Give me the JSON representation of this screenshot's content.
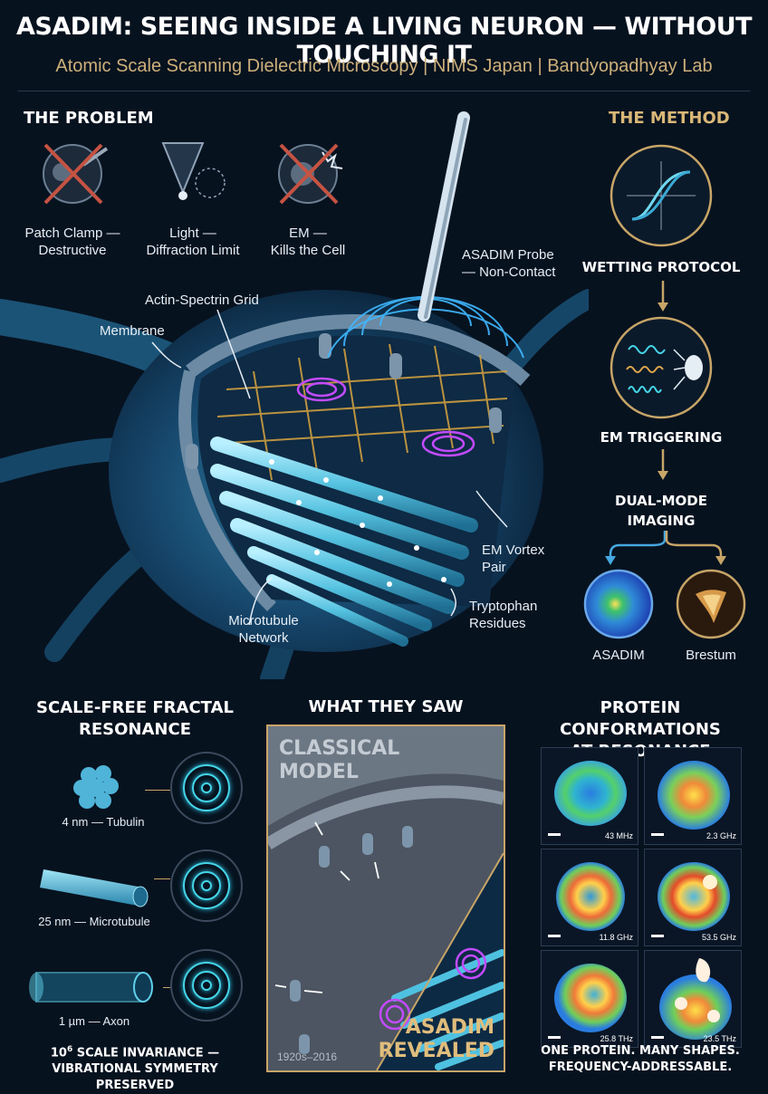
{
  "header": {
    "title": "ASADIM: SEEING INSIDE A LIVING NEURON — WITHOUT TOUCHING IT",
    "subtitle": "Atomic Scale Scanning Dielectric Microscopy | NIMS Japan | Bandyopadhyay Lab"
  },
  "problem": {
    "heading": "THE PROBLEM",
    "items": [
      {
        "line1": "Patch Clamp —",
        "line2": "Destructive",
        "icon": "patch-clamp-icon"
      },
      {
        "line1": "Light —",
        "line2": "Diffraction Limit",
        "icon": "light-cone-icon"
      },
      {
        "line1": "EM —",
        "line2": "Kills the Cell",
        "icon": "em-blast-icon"
      }
    ]
  },
  "neuron": {
    "probe": {
      "line1": "ASADIM Probe",
      "line2": "— Non-Contact"
    },
    "actin": "Actin-Spectrin Grid",
    "membrane": "Membrane",
    "vortex": {
      "line1": "EM Vortex",
      "line2": "Pair"
    },
    "tryptophan": {
      "line1": "Tryptophan",
      "line2": "Residues"
    },
    "microtubule": {
      "line1": "Microtubule",
      "line2": "Network"
    }
  },
  "method": {
    "heading": "THE METHOD",
    "step1": "WETTING PROTOCOL",
    "step2": "EM TRIGGERING",
    "step3": {
      "line1": "DUAL-MODE",
      "line2": "IMAGING"
    },
    "mode_a": "ASADIM",
    "mode_b": "Brestum"
  },
  "fractal": {
    "heading": {
      "line1": "SCALE-FREE FRACTAL",
      "line2": "RESONANCE"
    },
    "items": [
      {
        "label": "4 nm — Tubulin"
      },
      {
        "label": "25 nm — Microtubule"
      },
      {
        "label": "1 µm — Axon"
      }
    ],
    "footer": {
      "line1_base": "10",
      "line1_exp": "6",
      "line1_rest": " SCALE INVARIANCE —",
      "line2": "VIBRATIONAL SYMMETRY PRESERVED"
    }
  },
  "saw": {
    "heading": "WHAT THEY SAW",
    "classical": {
      "line1": "CLASSICAL",
      "line2": "MODEL"
    },
    "revealed": {
      "line1": "ASADIM",
      "line2": "REVEALED"
    },
    "years": "1920s–2016"
  },
  "conformations": {
    "heading": {
      "line1": "PROTEIN CONFORMATIONS",
      "line2": "AT RESONANCE"
    },
    "tiles": [
      {
        "freq": "43 MHz"
      },
      {
        "freq": "2.3 GHz"
      },
      {
        "freq": "11.8 GHz"
      },
      {
        "freq": "53.5 GHz"
      },
      {
        "freq": "25.8 THz"
      },
      {
        "freq": "23.5 THz"
      }
    ],
    "footer": {
      "line1": "ONE PROTEIN. MANY SHAPES.",
      "line2": "FREQUENCY-ADDRESSABLE."
    }
  },
  "colors": {
    "accent_gold": "#d9b877",
    "cyan": "#45d5e8",
    "magenta": "#c24bff",
    "background": "#07121f"
  }
}
